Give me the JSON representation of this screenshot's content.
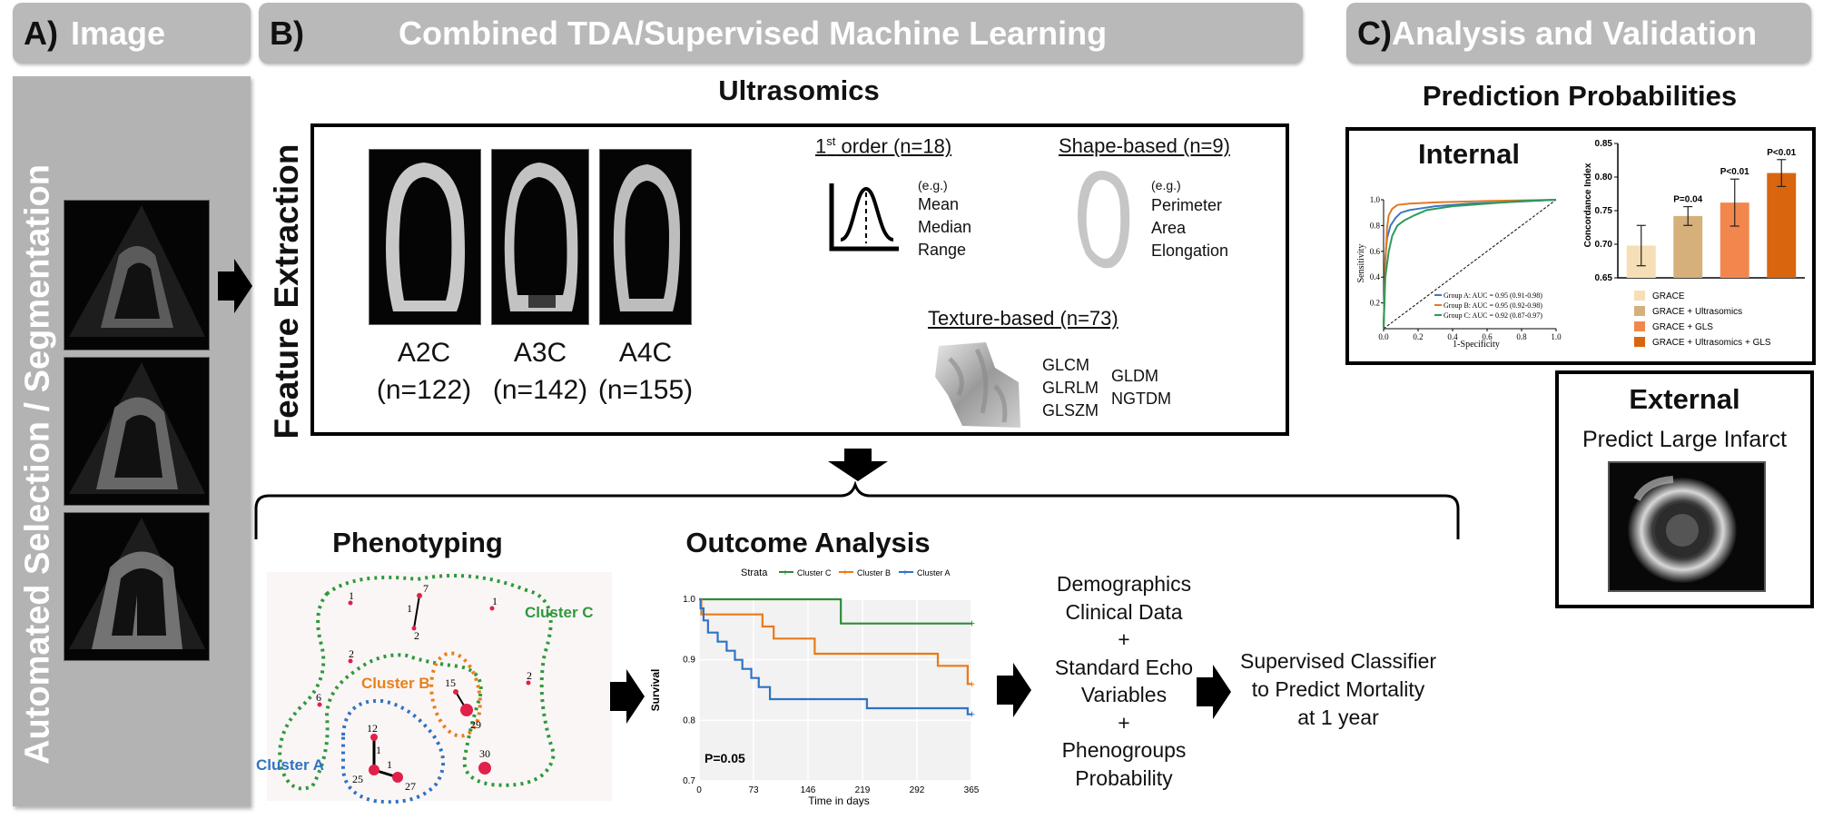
{
  "panel_a": {
    "letter": "A)",
    "title": "Image",
    "side_label": "Automated Selection / Segmentation"
  },
  "panel_b": {
    "letter": "B)",
    "title": "Combined TDA/Supervised Machine Learning"
  },
  "panel_c": {
    "letter": "C)",
    "title": "Analysis and Validation"
  },
  "ultrasomics": {
    "title": "Ultrasomics",
    "side_label": "Feature Extraction",
    "views": [
      {
        "name": "A2C",
        "count": "(n=122)"
      },
      {
        "name": "A3C",
        "count": "(n=142)"
      },
      {
        "name": "A4C",
        "count": "(n=155)"
      }
    ],
    "first_order": {
      "title_pre": "1",
      "title_sup": "st",
      "title_post": " order (n=18)",
      "eg": "(e.g.)",
      "items": [
        "Mean",
        "Median",
        "Range"
      ]
    },
    "shape": {
      "title": "Shape-based (n=9)",
      "eg": "(e.g.)",
      "items": [
        "Perimeter",
        "Area",
        "Elongation"
      ]
    },
    "texture": {
      "title": "Texture-based (n=73)",
      "col1": [
        "GLCM",
        "GLRLM",
        "GLSZM"
      ],
      "col2": [
        "GLDM",
        "NGTDM"
      ]
    }
  },
  "phenotyping": {
    "title": "Phenotyping",
    "clusters": [
      "Cluster A",
      "Cluster B",
      "Cluster C"
    ],
    "node_labels": [
      "1",
      "7",
      "1",
      "2",
      "1",
      "2",
      "2",
      "6",
      "15",
      "29",
      "12",
      "1",
      "25",
      "1",
      "27",
      "30"
    ]
  },
  "outcome": {
    "title": "Outcome Analysis",
    "pvalue": "P=0.05"
  },
  "pipeline": {
    "inputs": [
      "Demographics",
      "Clinical Data",
      "+",
      "Standard Echo",
      "Variables",
      "+",
      "Phenogroups",
      "Probability"
    ],
    "classifier": [
      "Supervised Classifier",
      "to Predict Mortality",
      "at 1 year"
    ]
  },
  "prediction": {
    "title": "Prediction Probabilities",
    "internal_label": "Internal",
    "external_label": "External",
    "external_sub": "Predict Large Infarct"
  },
  "chart_data": [
    {
      "type": "line",
      "title": "",
      "legend_title": "Strata",
      "xlabel": "Time in days",
      "ylabel": "Survival",
      "xticks": [
        0,
        73,
        146,
        219,
        292,
        365
      ],
      "yticks": [
        0.7,
        0.8,
        0.9,
        1.0
      ],
      "xlim": [
        0,
        365
      ],
      "ylim": [
        0.7,
        1.0
      ],
      "series": [
        {
          "name": "Cluster C",
          "color": "#2e8b3a",
          "steps": [
            [
              0,
              1.0
            ],
            [
              190,
              1.0
            ],
            [
              190,
              0.96
            ],
            [
              365,
              0.96
            ]
          ]
        },
        {
          "name": "Cluster B",
          "color": "#e97a16",
          "steps": [
            [
              0,
              1.0
            ],
            [
              3,
              1.0
            ],
            [
              3,
              0.975
            ],
            [
              85,
              0.975
            ],
            [
              85,
              0.955
            ],
            [
              100,
              0.955
            ],
            [
              100,
              0.935
            ],
            [
              155,
              0.935
            ],
            [
              155,
              0.91
            ],
            [
              320,
              0.91
            ],
            [
              320,
              0.89
            ],
            [
              360,
              0.89
            ],
            [
              360,
              0.86
            ],
            [
              365,
              0.86
            ]
          ]
        },
        {
          "name": "Cluster A",
          "color": "#2f73c4",
          "steps": [
            [
              0,
              1.0
            ],
            [
              2,
              1.0
            ],
            [
              2,
              0.985
            ],
            [
              6,
              0.985
            ],
            [
              6,
              0.965
            ],
            [
              12,
              0.965
            ],
            [
              12,
              0.945
            ],
            [
              25,
              0.945
            ],
            [
              25,
              0.93
            ],
            [
              37,
              0.93
            ],
            [
              37,
              0.915
            ],
            [
              48,
              0.915
            ],
            [
              48,
              0.9
            ],
            [
              58,
              0.9
            ],
            [
              58,
              0.885
            ],
            [
              70,
              0.885
            ],
            [
              70,
              0.87
            ],
            [
              80,
              0.87
            ],
            [
              80,
              0.855
            ],
            [
              95,
              0.855
            ],
            [
              95,
              0.835
            ],
            [
              225,
              0.835
            ],
            [
              225,
              0.82
            ],
            [
              360,
              0.82
            ],
            [
              360,
              0.81
            ],
            [
              365,
              0.81
            ]
          ]
        }
      ]
    },
    {
      "type": "line",
      "title": "",
      "xlabel": "1-Specificity",
      "ylabel": "Sensitivity",
      "xticks": [
        0.0,
        0.2,
        0.4,
        0.6,
        0.8,
        1.0
      ],
      "yticks": [
        0.2,
        0.4,
        0.6,
        0.8,
        1.0
      ],
      "xlim": [
        0,
        1
      ],
      "ylim": [
        0,
        1
      ],
      "series": [
        {
          "name": "Group A: AUC = 0.95 (0.91-0.98)",
          "color": "#3a78c2",
          "points": [
            [
              0,
              0
            ],
            [
              0.01,
              0.55
            ],
            [
              0.02,
              0.7
            ],
            [
              0.04,
              0.8
            ],
            [
              0.07,
              0.86
            ],
            [
              0.1,
              0.9
            ],
            [
              0.15,
              0.92
            ],
            [
              0.2,
              0.93
            ],
            [
              0.3,
              0.95
            ],
            [
              0.5,
              0.97
            ],
            [
              0.7,
              0.98
            ],
            [
              1,
              1
            ]
          ]
        },
        {
          "name": "Group B: AUC = 0.95 (0.92-0.98)",
          "color": "#e07b20",
          "points": [
            [
              0,
              0
            ],
            [
              0.01,
              0.5
            ],
            [
              0.02,
              0.78
            ],
            [
              0.03,
              0.88
            ],
            [
              0.05,
              0.93
            ],
            [
              0.08,
              0.96
            ],
            [
              0.15,
              0.97
            ],
            [
              0.3,
              0.98
            ],
            [
              0.6,
              0.99
            ],
            [
              1,
              1
            ]
          ]
        },
        {
          "name": "Group C: AUC = 0.92 (0.87-0.97)",
          "color": "#2d9a5a",
          "points": [
            [
              0,
              0
            ],
            [
              0.01,
              0.4
            ],
            [
              0.03,
              0.6
            ],
            [
              0.05,
              0.72
            ],
            [
              0.08,
              0.8
            ],
            [
              0.12,
              0.84
            ],
            [
              0.18,
              0.88
            ],
            [
              0.25,
              0.92
            ],
            [
              0.4,
              0.95
            ],
            [
              0.6,
              0.97
            ],
            [
              0.8,
              0.99
            ],
            [
              1,
              1
            ]
          ]
        }
      ]
    },
    {
      "type": "bar",
      "title": "",
      "ylabel": "Concordance Index",
      "ylim": [
        0.65,
        0.85
      ],
      "yticks": [
        0.65,
        0.7,
        0.75,
        0.8,
        0.85
      ],
      "categories": [
        "GRACE",
        "GRACE + Ultrasomics",
        "GRACE + GLS",
        "GRACE + Ultrasomics + GLS"
      ],
      "values": [
        0.698,
        0.742,
        0.762,
        0.806
      ],
      "errors": [
        0.03,
        0.014,
        0.035,
        0.02
      ],
      "colors": [
        "#f6dfb6",
        "#d6b07b",
        "#f2874e",
        "#d9650f"
      ],
      "annotations": [
        "",
        "P=0.04",
        "P<0.01",
        "P<0.01"
      ]
    }
  ]
}
